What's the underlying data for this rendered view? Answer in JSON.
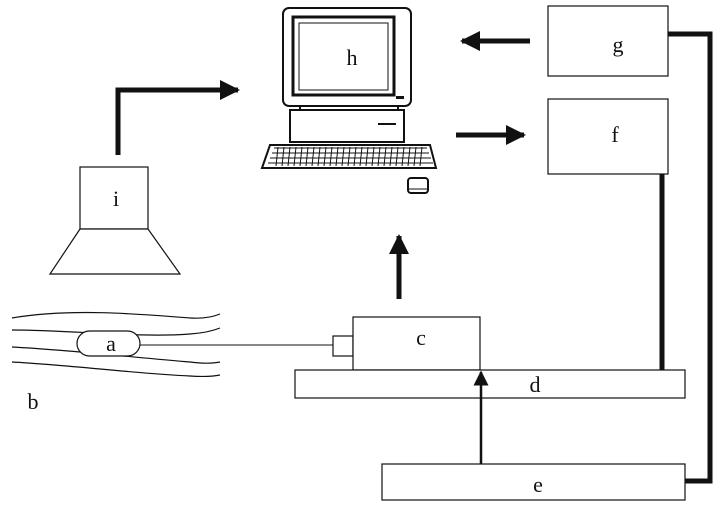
{
  "labels": {
    "a": "a",
    "b": "b",
    "c": "c",
    "d": "d",
    "e": "e",
    "f": "f",
    "g": "g",
    "h": "h",
    "i": "i"
  },
  "colors": {
    "line": "#111111",
    "box_fill": "#ffffff",
    "monitor_body": "#ffffff",
    "screen_fill": "#ffffff"
  }
}
